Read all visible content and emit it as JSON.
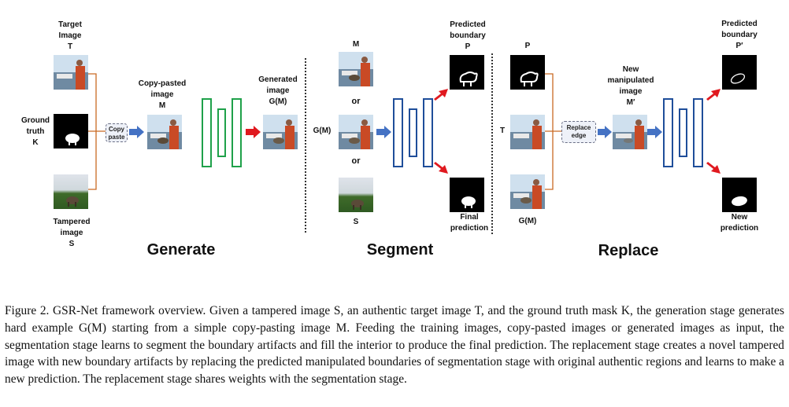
{
  "figure": {
    "labels": {
      "target_image": "Target\nImage\nT",
      "ground_truth": "Ground\ntruth\nK",
      "tampered_image": "Tampered\nimage\nS",
      "copy_paste": "Copy\npaste",
      "copy_pasted_image": "Copy-pasted\nimage\nM",
      "generated_image": "Generated\nimage\nG(M)",
      "seg_input_m": "M",
      "seg_or_1": "or",
      "seg_input_gm": "G(M)",
      "seg_or_2": "or",
      "seg_input_s": "S",
      "predicted_boundary": "Predicted\nboundary\nP",
      "final_prediction": "Final\nprediction",
      "rep_input_p": "P",
      "rep_input_t": "T",
      "rep_input_gm": "G(M)",
      "replace_edge": "Replace\nedge",
      "new_manipulated": "New\nmanipulated\nimage\nM′",
      "predicted_boundary_prime": "Predicted\nboundary\nP′",
      "new_prediction": "New\nprediction"
    },
    "stages": {
      "generate": "Generate",
      "segment": "Segment",
      "replace": "Replace"
    },
    "colors": {
      "generator": "#1fa14a",
      "segmenter": "#1f4e9a",
      "blue_arrow": "#4472c4",
      "red_arrow": "#e0191f",
      "connector": "#c96a24"
    },
    "icons": [
      "photo-target-icon",
      "mask-icon",
      "photo-sheep-icon",
      "arrow-right-icon",
      "arrow-red-icon"
    ]
  },
  "caption": "Figure 2. GSR-Net framework overview. Given a tampered image S, an authentic target image T, and the ground truth mask K, the generation stage generates hard example G(M) starting from a simple copy-pasting image M. Feeding the training images, copy-pasted images or generated images as input, the segmentation stage learns to segment the boundary artifacts and fill the interior to produce the final prediction. The replacement stage creates a novel tampered image with new boundary artifacts by replacing the predicted manipulated boundaries of segmentation stage with original authentic regions and learns to make a new prediction. The replacement stage shares weights with the segmentation stage."
}
